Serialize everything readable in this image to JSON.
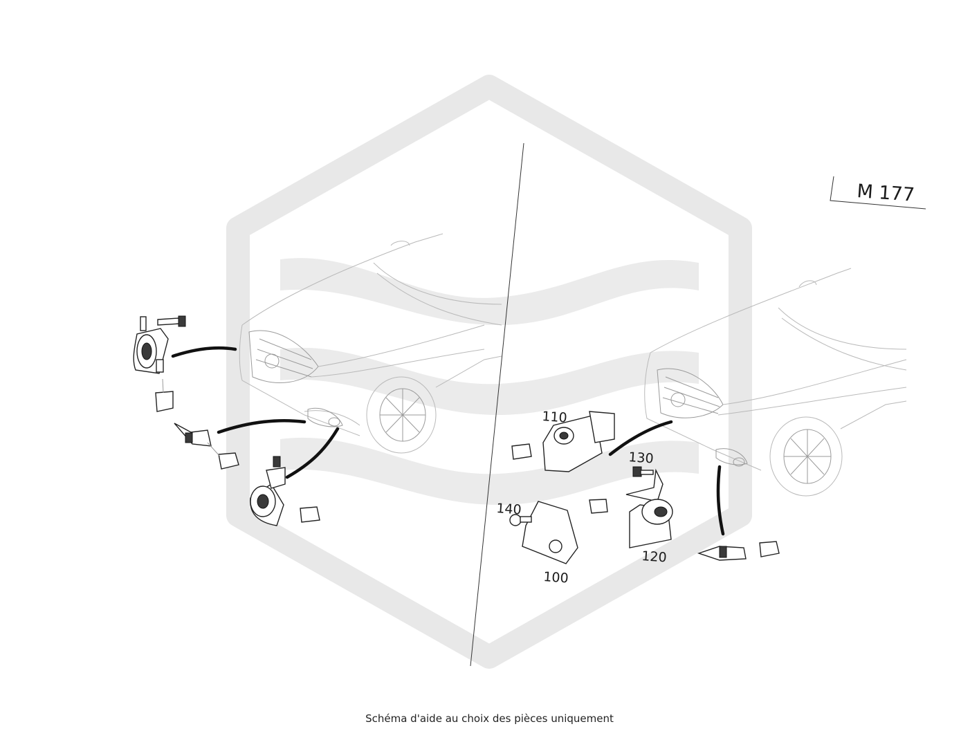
{
  "model_code": "M 177",
  "callouts": {
    "c100": "100",
    "c110": "110",
    "c120": "120",
    "c130": "130",
    "c140": "140"
  },
  "caption": "Schéma d'aide au choix des pièces uniquement",
  "colors": {
    "watermark": "#e8e8e8",
    "line_art": "#222222",
    "car_outline": "#b9b9b9"
  },
  "icons": {
    "watermark": "hexagon-wave-logo"
  }
}
